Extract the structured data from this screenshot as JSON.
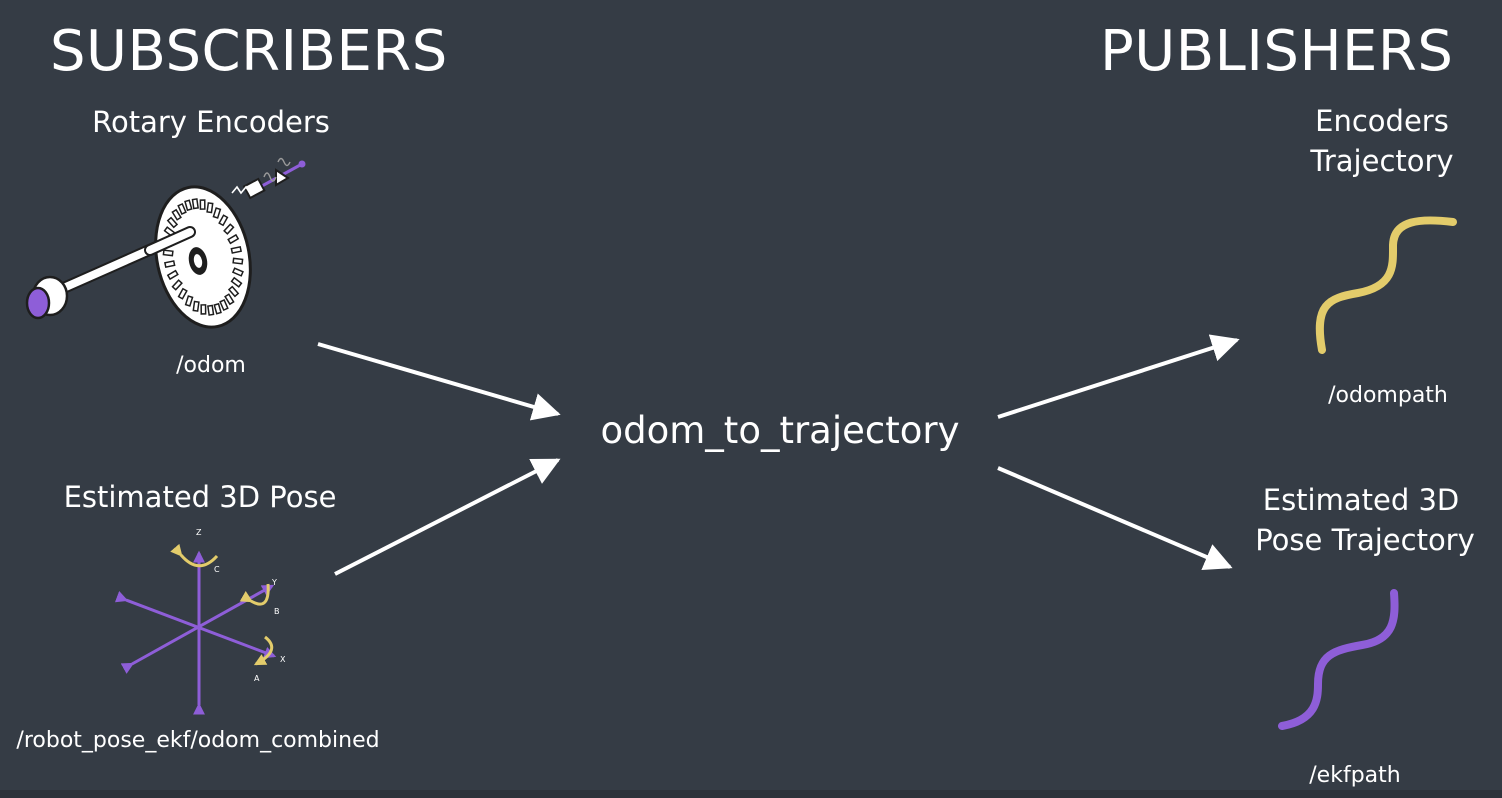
{
  "headings": {
    "subscribers": "SUBSCRIBERS",
    "publishers": "PUBLISHERS"
  },
  "subscribers": {
    "encoders": {
      "label": "Rotary Encoders",
      "topic": "/odom"
    },
    "pose": {
      "label": "Estimated 3D Pose",
      "topic": "/robot_pose_ekf/odom_combined"
    }
  },
  "node": {
    "name": "odom_to_trajectory"
  },
  "publishers": {
    "encoders": {
      "label_line1": "Encoders",
      "label_line2": "Trajectory",
      "topic": "/odompath"
    },
    "pose": {
      "label_line1": "Estimated 3D",
      "label_line2": "Pose Trajectory",
      "topic": "/ekfpath"
    }
  },
  "pose_axes": {
    "z": "Z",
    "y": "Y",
    "x": "X",
    "c": "C",
    "b": "B",
    "a": "A"
  },
  "colors": {
    "background": "#353c45",
    "text": "#ffffff",
    "purple": "#8e5ed8",
    "yellow": "#e3cc6b",
    "arrow": "#ffffff"
  },
  "icons": {
    "encoder": "rotary-encoder-icon",
    "pose": "3d-axes-icon",
    "odom_path": "yellow-path-icon",
    "ekf_path": "purple-path-icon"
  }
}
